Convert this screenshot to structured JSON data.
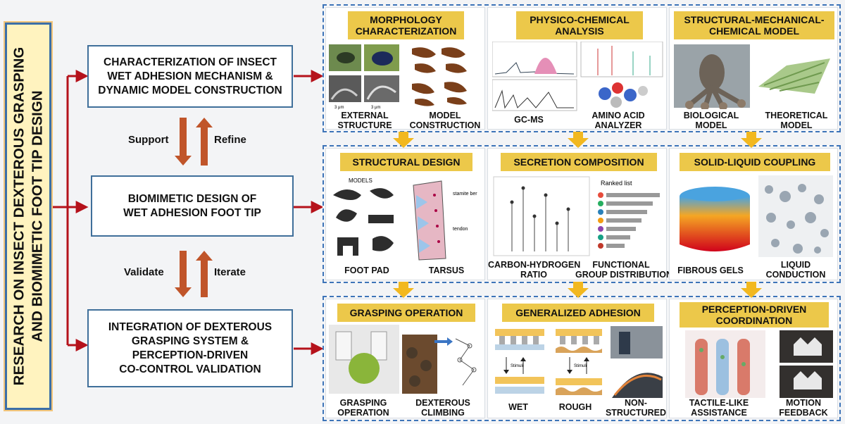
{
  "left_title": {
    "line1": "RESEARCH ON INSECT DEXTEROUS GRASPING",
    "line2": "AND BIOMIMETIC FOOT TIP DESIGN"
  },
  "stages": [
    {
      "lines": [
        "CHARACTERIZATION OF INSECT",
        "WET ADHESION MECHANISM &",
        "DYNAMIC MODEL CONSTRUCTION"
      ]
    },
    {
      "lines": [
        "BIOMIMETIC DESIGN OF",
        "WET ADHESION FOOT TIP"
      ]
    },
    {
      "lines": [
        "INTEGRATION OF DEXTEROUS",
        "GRASPING SYSTEM &",
        "PERCEPTION-DRIVEN",
        "CO-CONTROL VALIDATION"
      ]
    }
  ],
  "links": {
    "support": "Support",
    "refine": "Refine",
    "validate": "Validate",
    "iterate": "Iterate"
  },
  "rows": [
    {
      "groups": [
        {
          "title_lines": [
            "MORPHOLOGY",
            "CHARACTERIZATION"
          ],
          "captions": [
            [
              "EXTERNAL",
              "STRUCTURE"
            ],
            [
              "MODEL",
              "CONSTRUCTION"
            ]
          ]
        },
        {
          "title_lines": [
            "PHYSICO-CHEMICAL",
            "ANALYSIS"
          ],
          "captions": [
            [
              "GC-MS"
            ],
            [
              "AMINO ACID",
              "ANALYZER"
            ]
          ]
        },
        {
          "title_lines": [
            "STRUCTURAL-MECHANICAL-",
            "CHEMICAL MODEL"
          ],
          "captions": [
            [
              "BIOLOGICAL",
              "MODEL"
            ],
            [
              "THEORETICAL",
              "MODEL"
            ]
          ]
        }
      ]
    },
    {
      "groups": [
        {
          "title_lines": [
            "STRUCTURAL DESIGN"
          ],
          "captions": [
            [
              "FOOT PAD"
            ],
            [
              "TARSUS"
            ]
          ]
        },
        {
          "title_lines": [
            "SECRETION COMPOSITION"
          ],
          "captions": [
            [
              "CARBON-HYDROGEN",
              "RATIO"
            ],
            [
              "FUNCTIONAL",
              "GROUP DISTRIBUTION"
            ]
          ]
        },
        {
          "title_lines": [
            "SOLID-LIQUID COUPLING"
          ],
          "captions": [
            [
              "FIBROUS GELS"
            ],
            [
              "LIQUID",
              "CONDUCTION"
            ]
          ]
        }
      ]
    },
    {
      "groups": [
        {
          "title_lines": [
            "GRASPING OPERATION"
          ],
          "captions": [
            [
              "GRASPING",
              "OPERATION"
            ],
            [
              "DEXTEROUS",
              "CLIMBING"
            ]
          ]
        },
        {
          "title_lines": [
            "GENERALIZED ADHESION"
          ],
          "captions": [
            [
              "WET"
            ],
            [
              "ROUGH"
            ],
            [
              "NON-",
              "STRUCTURED"
            ]
          ]
        },
        {
          "title_lines": [
            "PERCEPTION-DRIVEN",
            "COORDINATION"
          ],
          "captions": [
            [
              "TACTILE-LIKE",
              "ASSISTANCE"
            ],
            [
              "MOTION",
              "FEEDBACK"
            ]
          ]
        }
      ]
    }
  ],
  "figure_text": {
    "models": "MODELS",
    "stamite_ber": "stamite\nber",
    "tendon": "tendon",
    "ranked_list": "Ranked list",
    "stimuli": "Stimuli",
    "scale_a": "3 μm",
    "scale_b": "3 μm"
  },
  "colors": {
    "arrow_red": "#b5121b",
    "arrow_brown": "#c0552a",
    "gold": "#ecc84a",
    "panel_border": "#3d74b8",
    "orange_arrow": "#f2b81f"
  }
}
